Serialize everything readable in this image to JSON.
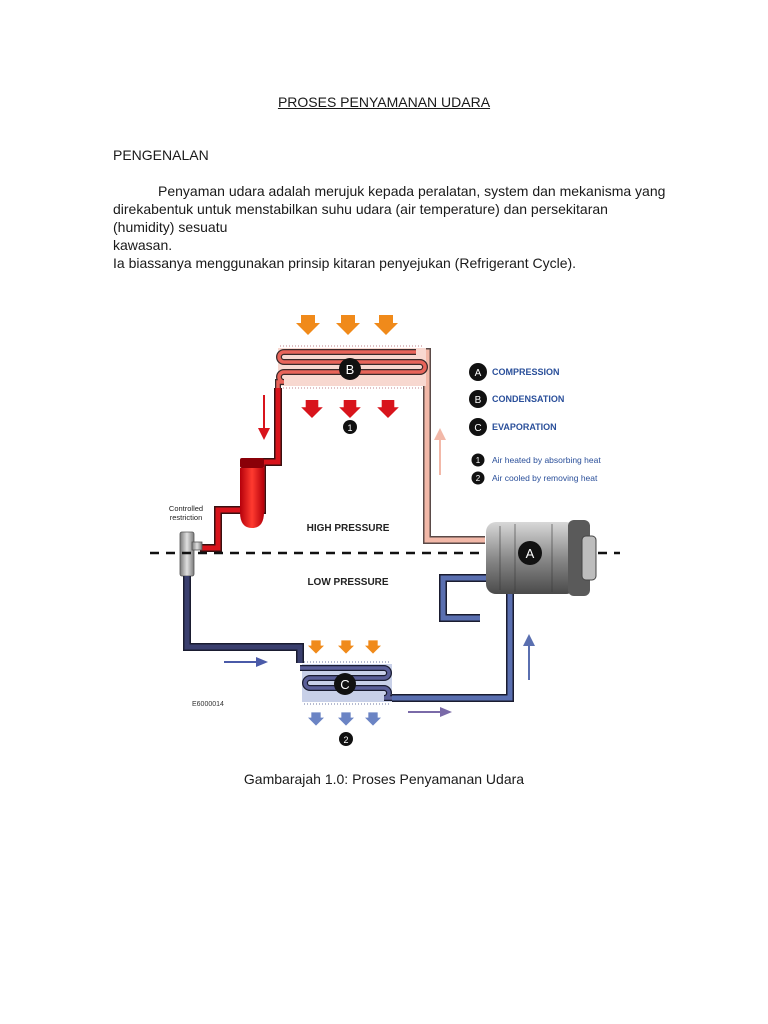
{
  "document": {
    "title": "PROSES PENYAMANAN UDARA",
    "section_heading": "PENGENALAN",
    "paragraph_line1": "Penyaman udara adalah merujuk kepada peralatan, system dan mekanisma yang",
    "paragraph_line2": "direkabentuk untuk menstabilkan suhu udara (air temperature) dan persekitaran (humidity) sesuatu",
    "paragraph_line3": "kawasan.",
    "paragraph_line4": "Ia biassanya menggunakan prinsip kitaran penyejukan (Refrigerant Cycle).",
    "caption": "Gambarajah 1.0: Proses Penyamanan Udara"
  },
  "diagram": {
    "markers": {
      "a": "A",
      "b": "B",
      "c": "C",
      "one": "1",
      "two": "2"
    },
    "legend": [
      {
        "marker": "A",
        "label": "COMPRESSION"
      },
      {
        "marker": "B",
        "label": "CONDENSATION"
      },
      {
        "marker": "C",
        "label": "EVAPORATION"
      },
      {
        "marker": "1",
        "label": "Air heated by absorbing heat"
      },
      {
        "marker": "2",
        "label": "Air cooled by removing heat"
      }
    ],
    "high_pressure_label": "HIGH PRESSURE",
    "low_pressure_label": "LOW PRESSURE",
    "restriction_label_line1": "Controlled",
    "restriction_label_line2": "restriction",
    "figure_code": "E6000014",
    "colors": {
      "hot_line": "#d8141c",
      "warm_line": "#f2b8a8",
      "cold_line": "#3a3f6e",
      "suction_line": "#5a6fb0",
      "legend_text": "#2a4f9a",
      "air_in": "#f08a1a",
      "air_cold_out": "#6b84c4"
    }
  }
}
